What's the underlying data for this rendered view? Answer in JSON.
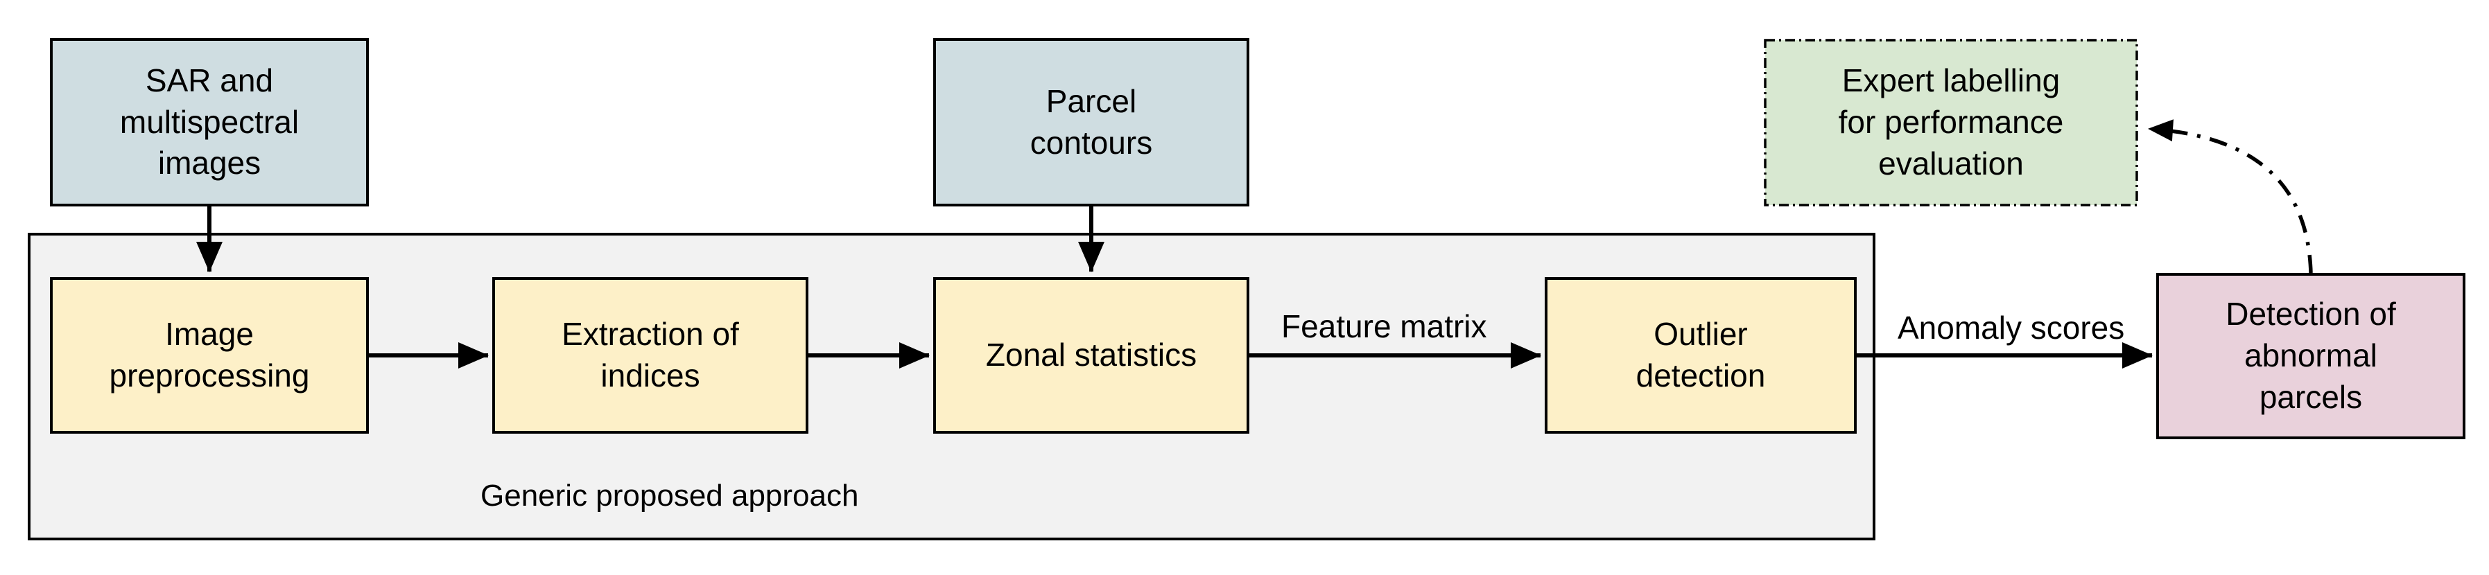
{
  "figure": {
    "caption": "Generic proposed approach",
    "nodes": {
      "sar": {
        "label": "SAR and\nmultispectral\nimages",
        "fill": "#cfdde1"
      },
      "parcel": {
        "label": "Parcel\ncontours",
        "fill": "#cfdde1"
      },
      "expert": {
        "label": "Expert labelling\nfor performance\nevaluation",
        "fill": "#d8e8d1"
      },
      "imgpre": {
        "label": "Image\npreprocessing",
        "fill": "#fdf0c8"
      },
      "extract": {
        "label": "Extraction of\nindices",
        "fill": "#fdf0c8"
      },
      "zonal": {
        "label": "Zonal statistics",
        "fill": "#fdf0c8"
      },
      "outlier": {
        "label": "Outlier\ndetection",
        "fill": "#fdf0c8"
      },
      "detect": {
        "label": "Detection of\nabnormal\nparcels",
        "fill": "#e9d1db"
      }
    },
    "edge_labels": {
      "feature_matrix": "Feature matrix",
      "anomaly_scores": "Anomaly scores"
    },
    "colors": {
      "container_fill": "#f2f2f2",
      "border": "#000000",
      "arrow": "#000000",
      "background": "#ffffff"
    }
  }
}
